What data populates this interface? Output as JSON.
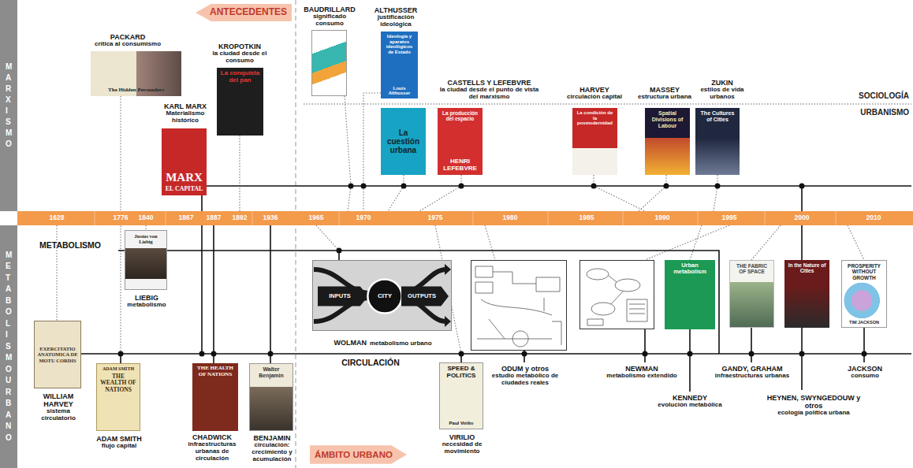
{
  "diagram": {
    "nodes": [
      {
        "text": [
          "MARXISMO"
        ]
      },
      {
        "text": [
          "METABOLISMO URBANO"
        ]
      },
      {
        "text": [
          "PACKARD",
          "crítica al consumismo",
          "The Hidden Persuaders"
        ]
      },
      {
        "text": [
          "ANTECEDENTES"
        ]
      },
      {
        "text": [
          "KROPOTKIN",
          "la ciudad desde el consumo",
          "La conquista del pan"
        ]
      },
      {
        "text": [
          "BAUDRILLARD",
          "significado consumo"
        ]
      },
      {
        "text": [
          "ALTHUSSER",
          "justificación ideológica",
          "Ideología y aparatos ideológicos de Estado",
          "Louis Althusser"
        ]
      },
      {
        "text": [
          "KARL MARX",
          "Materialismo histórico",
          "MARX",
          "EL CAPITAL"
        ]
      },
      {
        "text": [
          "La cuestión urbana"
        ]
      },
      {
        "text": [
          "CASTELLS Y LEFEBVRE",
          "la ciudad desde el punto de vista del marxismo",
          "La producción del espacio",
          "HENRI LEFEBVRE"
        ]
      },
      {
        "text": [
          "HARVEY",
          "circulación capital",
          "La condición de la posmodernidad"
        ]
      },
      {
        "text": [
          "MASSEY",
          "estructura urbana",
          "Spatial Divisions of Labour"
        ]
      },
      {
        "text": [
          "ZUKIN",
          "estilos de vida urbanos",
          "The Cultures of Cities"
        ]
      },
      {
        "text": [
          "LIEBIG",
          "metabolismo",
          "Justus von Liebig"
        ]
      },
      {
        "text": [
          "WILLIAM HARVEY",
          "sistema circulatorio",
          "EXERCITATIO ANATOMICA DE MOTU CORDIS"
        ]
      },
      {
        "text": [
          "WOLMAN",
          "metabolismo urbano"
        ]
      },
      {
        "text": [
          "INPUTS"
        ],
        "in": 15
      },
      {
        "text": [
          "CITY"
        ],
        "in": 15
      },
      {
        "text": [
          "OUTPUTS"
        ],
        "in": 15
      },
      {
        "text": [
          "ODUM y otros",
          "estudio metabólico de ciudades reales"
        ]
      },
      {
        "text": [
          "NEWMAN",
          "metabolismo extendido"
        ]
      },
      {
        "text": [
          "KENNEDY",
          "evolución metabólica",
          "Urban metabolism"
        ]
      },
      {
        "text": [
          "GANDY, GRAHAM",
          "infraestructuras urbanas",
          "THE FABRIC OF SPACE"
        ]
      },
      {
        "text": [
          "HEYNEN, SWYNGEDOUW y otros",
          "ecología política urbana",
          "In the Nature of Cities"
        ]
      },
      {
        "text": [
          "JACKSON",
          "consumo",
          "PROSPERITY WITHOUT GROWTH",
          "TIM JACKSON"
        ]
      },
      {
        "text": [
          "ADAM SMITH",
          "flujo capital",
          "ADAM SMITH",
          "THE WEALTH OF NATIONS"
        ]
      },
      {
        "text": [
          "CHADWICK",
          "infraestructuras urbanas de circulación",
          "THE HEALTH OF NATIONS"
        ]
      },
      {
        "text": [
          "BENJAMIN",
          "circulación: crecimiento y acumulación",
          "Walter Benjamin"
        ]
      },
      {
        "text": [
          "VIRILIO",
          "necesidad de movimiento",
          "SPEED & POLITICS",
          "Paul Virilio"
        ]
      },
      {
        "text": [
          "ÁMBITO URBANO"
        ]
      }
    ],
    "labels": [
      "SOCIOLOGÍA",
      "URBANISMO",
      "1628",
      "1776",
      "1840",
      "1867",
      "1887",
      "1892",
      "1936",
      "1965",
      "1970",
      "1975",
      "1980",
      "1985",
      "1990",
      "1995",
      "2000",
      "2010",
      "METABOLISMO",
      "CIRCULACIÓN"
    ]
  }
}
